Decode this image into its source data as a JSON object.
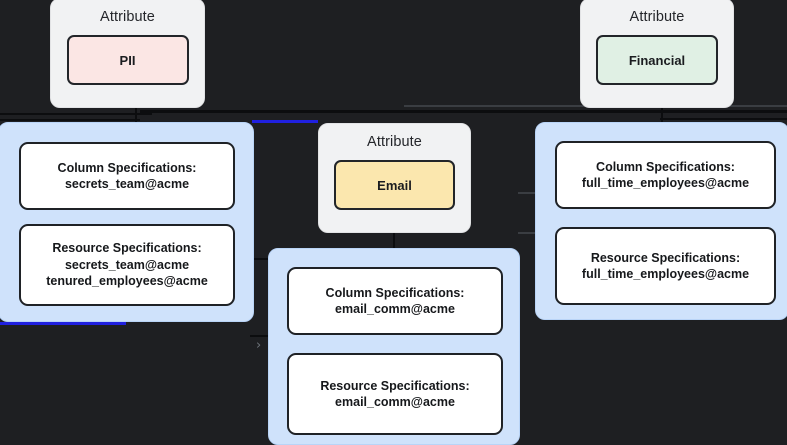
{
  "canvas": {
    "background": "#1e1f22",
    "edge_color": "#0c0d0f",
    "highlight_color": "#2020e0",
    "spec_group_fill": "#cfe2fb",
    "attr_group_fill": "#f1f2f3"
  },
  "attribute_groups": [
    {
      "title": "Attribute",
      "node_label": "PII",
      "node_color": "#fbe6e4"
    },
    {
      "title": "Attribute",
      "node_label": "Email",
      "node_color": "#fbe7ae"
    },
    {
      "title": "Attribute",
      "node_label": "Financial",
      "node_color": "#e0f0e4"
    }
  ],
  "spec_groups": [
    {
      "name": "secrets-team-specs",
      "nodes": [
        {
          "title": "Column Specifications:",
          "values": [
            "secrets_team@acme"
          ]
        },
        {
          "title": "Resource Specifications:",
          "values": [
            "secrets_team@acme",
            "tenured_employees@acme"
          ]
        }
      ]
    },
    {
      "name": "email-comm-specs",
      "nodes": [
        {
          "title": "Column Specifications:",
          "values": [
            "email_comm@acme"
          ]
        },
        {
          "title": "Resource Specifications:",
          "values": [
            "email_comm@acme"
          ]
        }
      ]
    },
    {
      "name": "full-time-employees-specs",
      "nodes": [
        {
          "title": "Column Specifications:",
          "values": [
            "full_time_employees@acme"
          ]
        },
        {
          "title": "Resource Specifications:",
          "values": [
            "full_time_employees@acme"
          ]
        }
      ]
    }
  ],
  "markers": {
    "collapse_chevron": "›"
  }
}
